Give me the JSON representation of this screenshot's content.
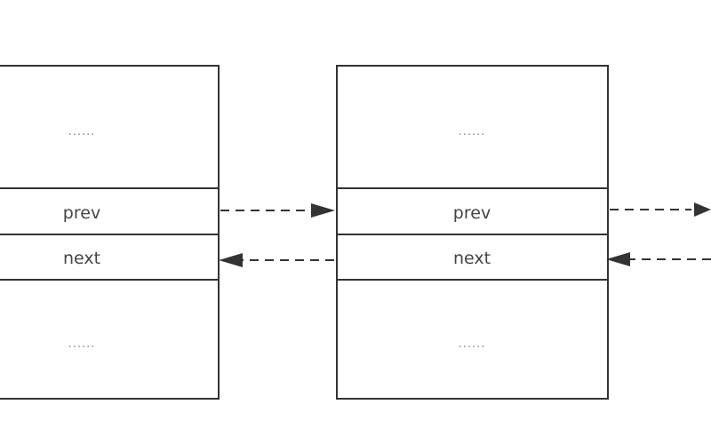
{
  "nodes": [
    {
      "top_text": "......",
      "prev_label": "prev",
      "next_label": "next",
      "bottom_text": "......"
    },
    {
      "top_text": "......",
      "prev_label": "prev",
      "next_label": "next",
      "bottom_text": "......"
    }
  ],
  "colors": {
    "stroke": "#333333",
    "text": "#444444",
    "ellipsis": "#888888",
    "background": "#ffffff"
  }
}
